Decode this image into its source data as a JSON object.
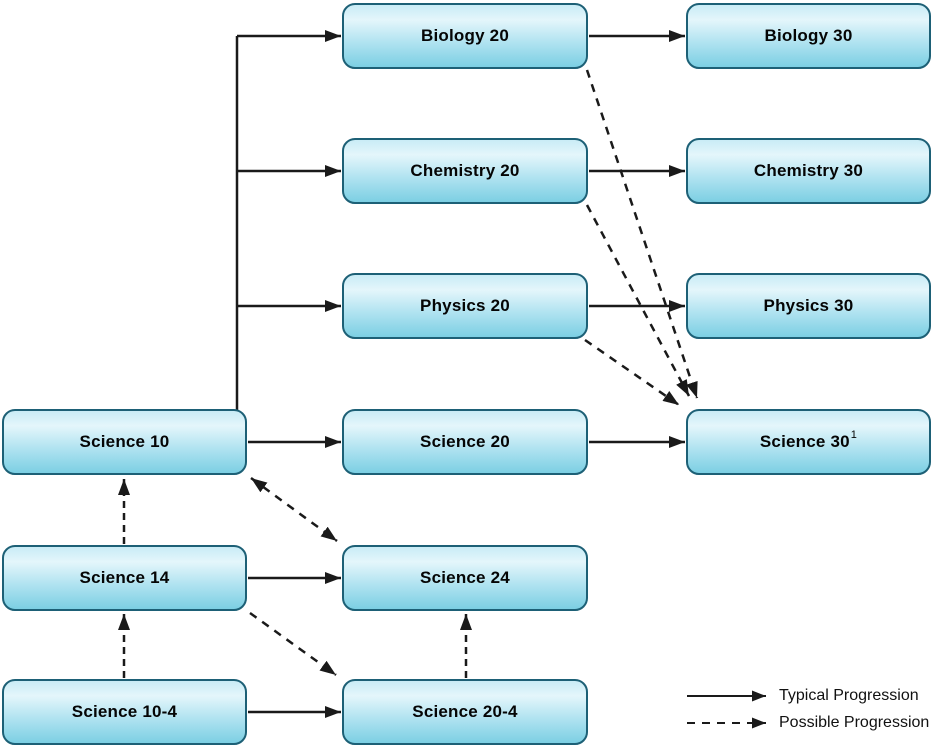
{
  "diagram": {
    "title": "Science course progression flowchart",
    "nodes": {
      "biology_20": "Biology 20",
      "biology_30": "Biology 30",
      "chemistry_20": "Chemistry 20",
      "chemistry_30": "Chemistry 30",
      "physics_20": "Physics 20",
      "physics_30": "Physics 30",
      "science_10": "Science 10",
      "science_20": "Science 20",
      "science_30": "Science 30",
      "science_30_footnote": "1",
      "science_14": "Science 14",
      "science_24": "Science 24",
      "science_10_4": "Science 10-4",
      "science_20_4": "Science 20-4"
    },
    "edges": [
      {
        "from": "Science 10",
        "to": "Biology 20",
        "type": "typical"
      },
      {
        "from": "Science 10",
        "to": "Chemistry 20",
        "type": "typical"
      },
      {
        "from": "Science 10",
        "to": "Physics 20",
        "type": "typical"
      },
      {
        "from": "Science 10",
        "to": "Science 20",
        "type": "typical"
      },
      {
        "from": "Biology 20",
        "to": "Biology 30",
        "type": "typical"
      },
      {
        "from": "Chemistry 20",
        "to": "Chemistry 30",
        "type": "typical"
      },
      {
        "from": "Physics 20",
        "to": "Physics 30",
        "type": "typical"
      },
      {
        "from": "Science 20",
        "to": "Science 30",
        "type": "typical"
      },
      {
        "from": "Science 14",
        "to": "Science 24",
        "type": "typical"
      },
      {
        "from": "Science 10-4",
        "to": "Science 20-4",
        "type": "typical"
      },
      {
        "from": "Biology 20",
        "to": "Science 30",
        "type": "possible"
      },
      {
        "from": "Chemistry 20",
        "to": "Science 30",
        "type": "possible"
      },
      {
        "from": "Physics 20",
        "to": "Science 30",
        "type": "possible"
      },
      {
        "from": "Science 14",
        "to": "Science 10",
        "type": "possible"
      },
      {
        "from": "Science 10-4",
        "to": "Science 14",
        "type": "possible"
      },
      {
        "from": "Science 20-4",
        "to": "Science 24",
        "type": "possible"
      },
      {
        "from": "Science 10",
        "to": "Science 24",
        "type": "possible",
        "bidirectional": true
      },
      {
        "from": "Science 14",
        "to": "Science 20-4",
        "type": "possible"
      }
    ],
    "legend": {
      "typical": "Typical Progression",
      "possible": "Possible Progression"
    },
    "colors": {
      "background": "#ffffff",
      "box_border": "#1d6076",
      "box_fill_top": "#e4f6fb",
      "box_fill_bottom": "#7ccfe3",
      "arrow": "#1a1a1a",
      "text": "#050505"
    }
  }
}
